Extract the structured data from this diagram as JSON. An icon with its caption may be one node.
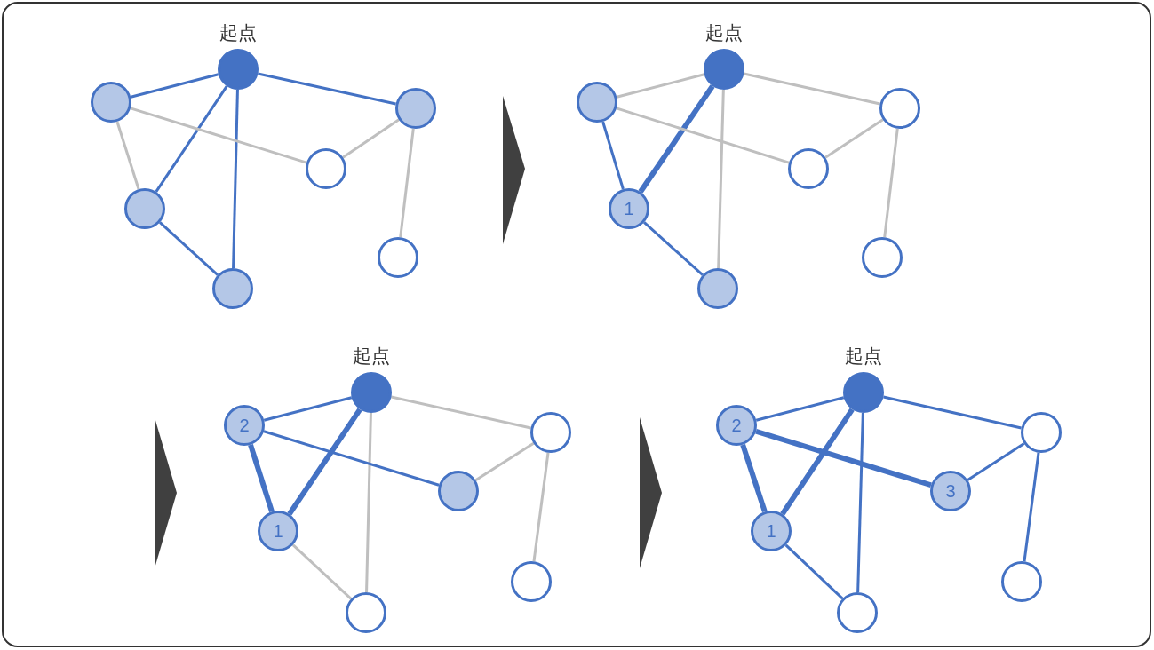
{
  "diagram": {
    "nodes": [
      {
        "text": [
          "起点"
        ]
      },
      {
        "text": [],
        "shape": "circle"
      },
      {
        "text": [],
        "shape": "circle"
      },
      {
        "text": [],
        "shape": "circle"
      },
      {
        "text": [],
        "shape": "circle"
      },
      {
        "text": [],
        "shape": "circle"
      },
      {
        "text": [],
        "shape": "circle"
      },
      {
        "text": [
          "起点"
        ]
      },
      {
        "text": [],
        "shape": "circle"
      },
      {
        "text": [],
        "shape": "circle"
      },
      {
        "text": [],
        "shape": "circle"
      },
      {
        "text": [
          "1"
        ]
      },
      {
        "text": [],
        "shape": "circle"
      },
      {
        "text": [],
        "shape": "circle"
      },
      {
        "text": [
          "起点"
        ]
      },
      {
        "text": [
          "2"
        ]
      },
      {
        "text": [],
        "shape": "circle"
      },
      {
        "text": [],
        "shape": "circle"
      },
      {
        "text": [
          "1"
        ]
      },
      {
        "text": [],
        "shape": "circle"
      },
      {
        "text": [],
        "shape": "circle"
      },
      {
        "text": [
          "起点"
        ]
      },
      {
        "text": [
          "2"
        ]
      },
      {
        "text": [],
        "shape": "circle"
      },
      {
        "text": [
          "3"
        ]
      },
      {
        "text": [
          "1"
        ]
      },
      {
        "text": [],
        "shape": "circle"
      },
      {
        "text": [],
        "shape": "circle"
      }
    ],
    "edges": [
      {
        "from": 0,
        "to": 1,
        "arrow": "none"
      },
      {
        "from": 0,
        "to": 2,
        "arrow": "none"
      },
      {
        "from": 0,
        "to": 4,
        "arrow": "none"
      },
      {
        "from": 0,
        "to": 6,
        "arrow": "none"
      },
      {
        "from": 4,
        "to": 6,
        "arrow": "none"
      },
      {
        "from": 1,
        "to": 4,
        "arrow": "none",
        "color": "#bfbfbf"
      },
      {
        "from": 1,
        "to": 3,
        "arrow": "none",
        "color": "#bfbfbf"
      },
      {
        "from": 3,
        "to": 2,
        "arrow": "none",
        "color": "#bfbfbf"
      },
      {
        "from": 2,
        "to": 5,
        "arrow": "none",
        "color": "#bfbfbf"
      },
      {
        "from": 7,
        "to": 8,
        "arrow": "none",
        "color": "#bfbfbf"
      },
      {
        "from": 7,
        "to": 9,
        "arrow": "none",
        "color": "#bfbfbf"
      },
      {
        "from": 7,
        "to": 11,
        "arrow": "none",
        "style": "thick"
      },
      {
        "from": 7,
        "to": 13,
        "arrow": "none",
        "color": "#bfbfbf"
      },
      {
        "from": 8,
        "to": 11,
        "arrow": "none"
      },
      {
        "from": 11,
        "to": 13,
        "arrow": "none"
      },
      {
        "from": 8,
        "to": 10,
        "arrow": "none",
        "color": "#bfbfbf"
      },
      {
        "from": 10,
        "to": 9,
        "arrow": "none",
        "color": "#bfbfbf"
      },
      {
        "from": 9,
        "to": 12,
        "arrow": "none",
        "color": "#bfbfbf"
      },
      {
        "from": 14,
        "to": 15,
        "arrow": "none"
      },
      {
        "from": 14,
        "to": 16,
        "arrow": "none",
        "color": "#bfbfbf"
      },
      {
        "from": 14,
        "to": 18,
        "arrow": "none",
        "style": "thick"
      },
      {
        "from": 14,
        "to": 20,
        "arrow": "none",
        "color": "#bfbfbf"
      },
      {
        "from": 15,
        "to": 18,
        "arrow": "none",
        "style": "thick"
      },
      {
        "from": 18,
        "to": 20,
        "arrow": "none",
        "color": "#bfbfbf"
      },
      {
        "from": 15,
        "to": 17,
        "arrow": "none"
      },
      {
        "from": 17,
        "to": 16,
        "arrow": "none",
        "color": "#bfbfbf"
      },
      {
        "from": 16,
        "to": 19,
        "arrow": "none",
        "color": "#bfbfbf"
      },
      {
        "from": 21,
        "to": 22,
        "arrow": "none"
      },
      {
        "from": 21,
        "to": 23,
        "arrow": "none"
      },
      {
        "from": 21,
        "to": 25,
        "arrow": "none",
        "style": "thick"
      },
      {
        "from": 21,
        "to": 27,
        "arrow": "none"
      },
      {
        "from": 22,
        "to": 25,
        "arrow": "none",
        "style": "thick"
      },
      {
        "from": 25,
        "to": 27,
        "arrow": "none"
      },
      {
        "from": 22,
        "to": 24,
        "arrow": "none",
        "style": "thick"
      },
      {
        "from": 24,
        "to": 23,
        "arrow": "none"
      },
      {
        "from": 23,
        "to": 26,
        "arrow": "none"
      }
    ]
  }
}
